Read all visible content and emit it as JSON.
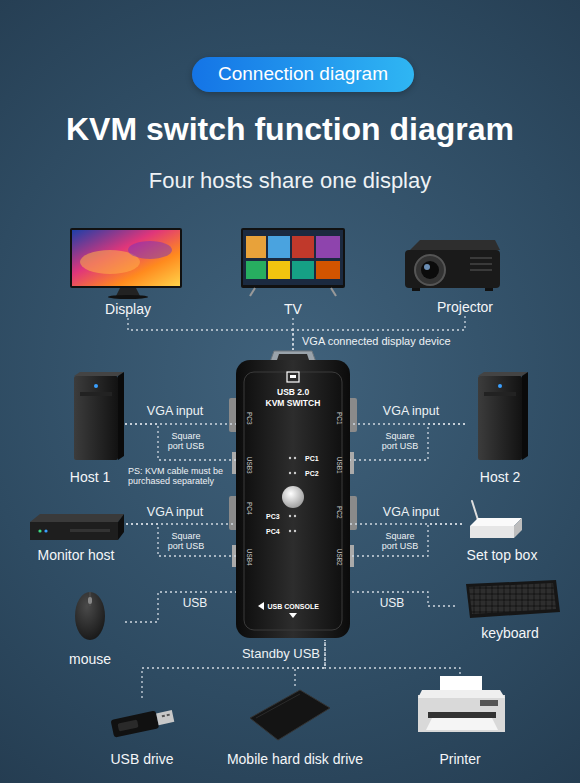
{
  "diagram": {
    "title": "KVM switch function diagram",
    "nodes": [
      {
        "text": [
          "Connection diagram"
        ]
      },
      {
        "text": [
          "Display"
        ]
      },
      {
        "text": [
          "TV"
        ]
      },
      {
        "text": [
          "Projector"
        ]
      },
      {
        "text": [
          "USB 2.0",
          "KVM SWITCH",
          "PC1",
          "PC2",
          "PC3",
          "PC4",
          "USB CONSOLE",
          "PC3",
          "USB3",
          "PC4",
          "USB4",
          "PC1",
          "USB1",
          "PC2",
          "USB2"
        ]
      },
      {
        "text": [
          "Host 1"
        ]
      },
      {
        "text": [
          "Host 2"
        ]
      },
      {
        "text": [
          "Monitor host"
        ]
      },
      {
        "text": [
          "Set top box"
        ]
      },
      {
        "text": [
          "mouse"
        ]
      },
      {
        "text": [
          "keyboard"
        ]
      },
      {
        "text": [
          "USB drive"
        ]
      },
      {
        "text": [
          "Mobile hard disk drive"
        ]
      },
      {
        "text": [
          "Printer"
        ]
      }
    ],
    "edges": [
      {
        "from": 1,
        "to": 4,
        "arrow": "none"
      },
      {
        "from": 2,
        "to": 4,
        "label": "VGA connected display device",
        "arrow": "none"
      },
      {
        "from": 3,
        "to": 4,
        "arrow": "none"
      },
      {
        "from": 5,
        "to": 4,
        "label": "VGA input",
        "arrow": "none"
      },
      {
        "from": 5,
        "to": 4,
        "label": "Square port USB",
        "arrow": "none"
      },
      {
        "from": 6,
        "to": 4,
        "label": "VGA input",
        "arrow": "none"
      },
      {
        "from": 6,
        "to": 4,
        "label": "Square port USB",
        "arrow": "none"
      },
      {
        "from": 7,
        "to": 4,
        "label": "VGA input",
        "arrow": "none"
      },
      {
        "from": 7,
        "to": 4,
        "label": "Square port USB",
        "arrow": "none"
      },
      {
        "from": 8,
        "to": 4,
        "label": "VGA input",
        "arrow": "none"
      },
      {
        "from": 8,
        "to": 4,
        "label": "Square port USB",
        "arrow": "none"
      },
      {
        "from": 9,
        "to": 4,
        "label": "USB",
        "arrow": "none"
      },
      {
        "from": 10,
        "to": 4,
        "label": "USB",
        "arrow": "none"
      },
      {
        "from": 11,
        "to": 4,
        "arrow": "none"
      },
      {
        "from": 12,
        "to": 4,
        "label": "Standby USB",
        "arrow": "none"
      },
      {
        "from": 13,
        "to": 4,
        "arrow": "none"
      }
    ],
    "labels": [
      "Four hosts share one display",
      "PS: KVM cable must be purchased separately"
    ]
  }
}
